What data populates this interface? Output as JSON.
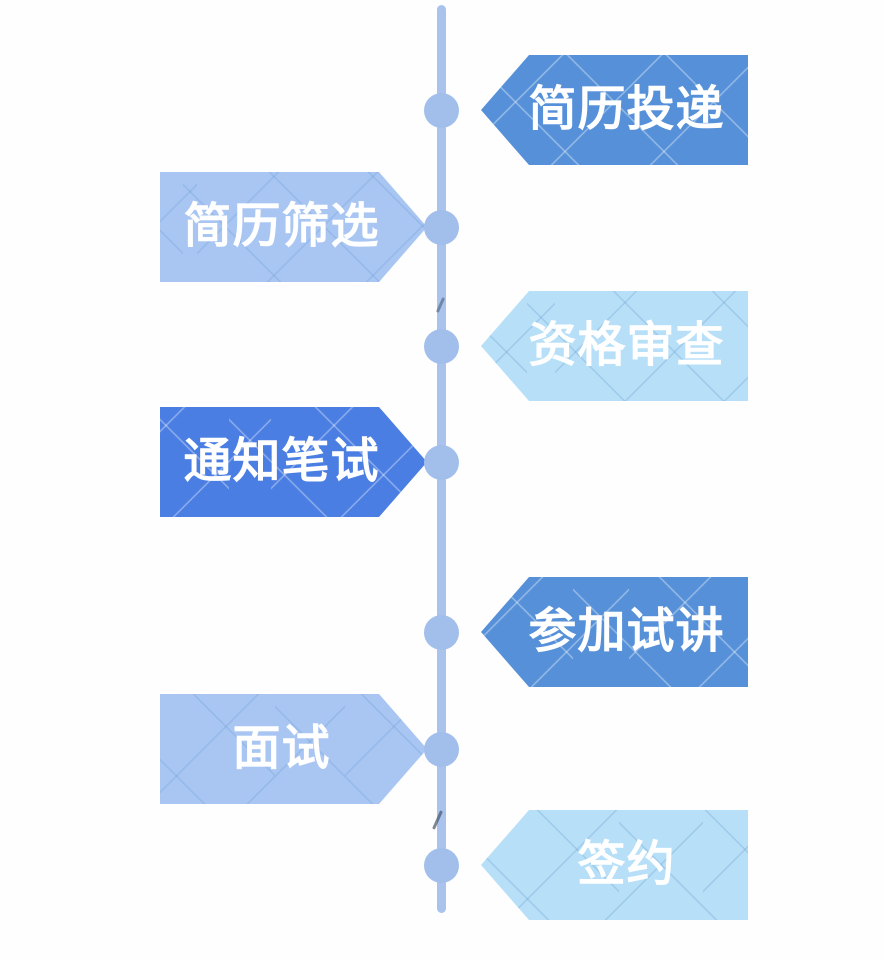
{
  "diagram": {
    "type": "vertical-timeline-flow",
    "topic": "recruitment-process",
    "timeline_color": "#a9c3ed",
    "node_color": "#a2bfec",
    "background_color": "#fefefe",
    "text_color": "#ffffff",
    "steps": [
      {
        "label": "简历投递",
        "side": "right",
        "color": "#5590d8",
        "tone": "medium-blue"
      },
      {
        "label": "简历筛选",
        "side": "left",
        "color": "#a9c6f3",
        "tone": "periwinkle"
      },
      {
        "label": "资格审查",
        "side": "right",
        "color": "#b7e0f8",
        "tone": "light-sky"
      },
      {
        "label": "通知笔试",
        "side": "left",
        "color": "#4a7ee2",
        "tone": "saturated-blue"
      },
      {
        "label": "参加试讲",
        "side": "right",
        "color": "#5590d8",
        "tone": "medium-blue"
      },
      {
        "label": "面试",
        "side": "left",
        "color": "#a9c6f3",
        "tone": "periwinkle"
      },
      {
        "label": "签约",
        "side": "right",
        "color": "#b7e0f8",
        "tone": "light-sky"
      }
    ]
  }
}
